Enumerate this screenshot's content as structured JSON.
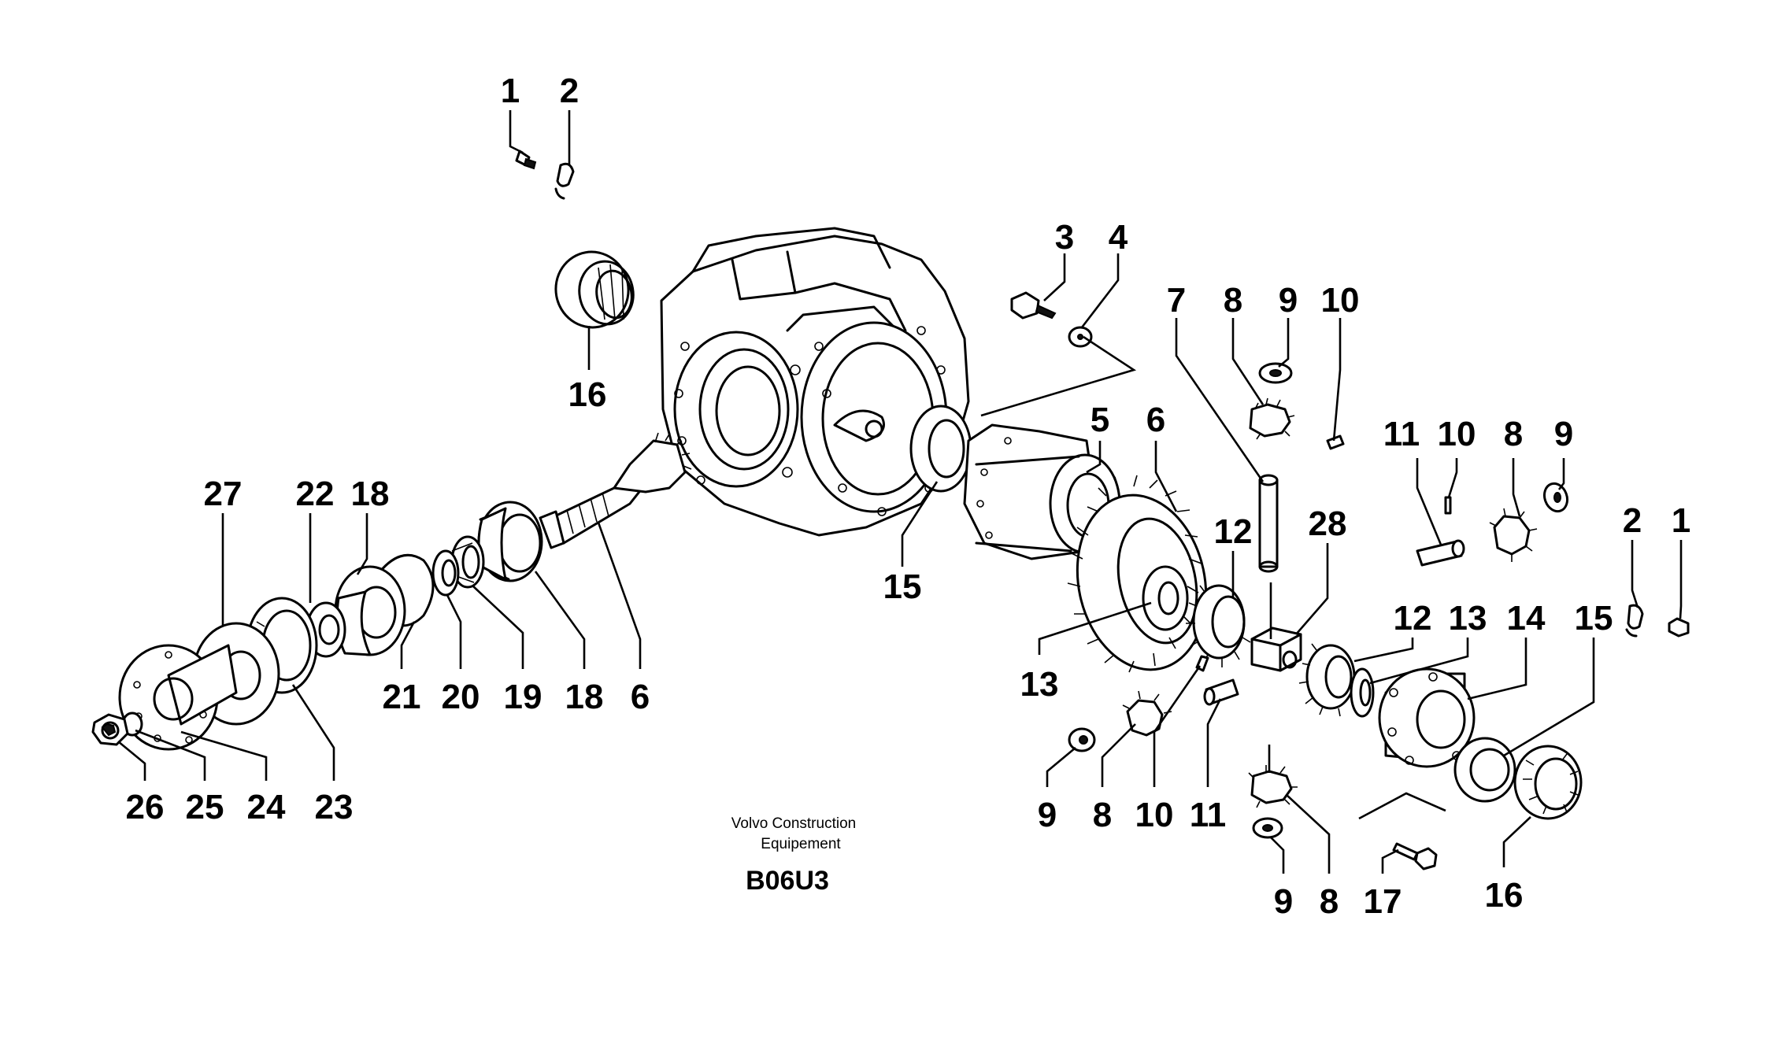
{
  "diagram": {
    "caption_line1": "Volvo Construction",
    "caption_line2": "Equipement",
    "code": "B06U3"
  },
  "callouts": [
    {
      "id": "c1a",
      "text": "1"
    },
    {
      "id": "c2a",
      "text": "2"
    },
    {
      "id": "c3",
      "text": "3"
    },
    {
      "id": "c4",
      "text": "4"
    },
    {
      "id": "c16a",
      "text": "16"
    },
    {
      "id": "c7",
      "text": "7"
    },
    {
      "id": "c8a",
      "text": "8"
    },
    {
      "id": "c9a",
      "text": "9"
    },
    {
      "id": "c10a",
      "text": "10"
    },
    {
      "id": "c5",
      "text": "5"
    },
    {
      "id": "c6a",
      "text": "6"
    },
    {
      "id": "c11a",
      "text": "11"
    },
    {
      "id": "c10b",
      "text": "10"
    },
    {
      "id": "c8b",
      "text": "8"
    },
    {
      "id": "c9b",
      "text": "9"
    },
    {
      "id": "c2b",
      "text": "2"
    },
    {
      "id": "c1b",
      "text": "1"
    },
    {
      "id": "c27",
      "text": "27"
    },
    {
      "id": "c22",
      "text": "22"
    },
    {
      "id": "c18a",
      "text": "18"
    },
    {
      "id": "c12a",
      "text": "12"
    },
    {
      "id": "c28",
      "text": "28"
    },
    {
      "id": "c15a",
      "text": "15"
    },
    {
      "id": "c12b",
      "text": "12"
    },
    {
      "id": "c13b",
      "text": "13"
    },
    {
      "id": "c14",
      "text": "14"
    },
    {
      "id": "c15b",
      "text": "15"
    },
    {
      "id": "c21",
      "text": "21"
    },
    {
      "id": "c20",
      "text": "20"
    },
    {
      "id": "c19",
      "text": "19"
    },
    {
      "id": "c18b",
      "text": "18"
    },
    {
      "id": "c6b",
      "text": "6"
    },
    {
      "id": "c13a",
      "text": "13"
    },
    {
      "id": "c26",
      "text": "26"
    },
    {
      "id": "c25",
      "text": "25"
    },
    {
      "id": "c24",
      "text": "24"
    },
    {
      "id": "c23",
      "text": "23"
    },
    {
      "id": "c9c",
      "text": "9"
    },
    {
      "id": "c8c",
      "text": "8"
    },
    {
      "id": "c10c",
      "text": "10"
    },
    {
      "id": "c11b",
      "text": "11"
    },
    {
      "id": "c9d",
      "text": "9"
    },
    {
      "id": "c8d",
      "text": "8"
    },
    {
      "id": "c17",
      "text": "17"
    },
    {
      "id": "c16b",
      "text": "16"
    }
  ]
}
